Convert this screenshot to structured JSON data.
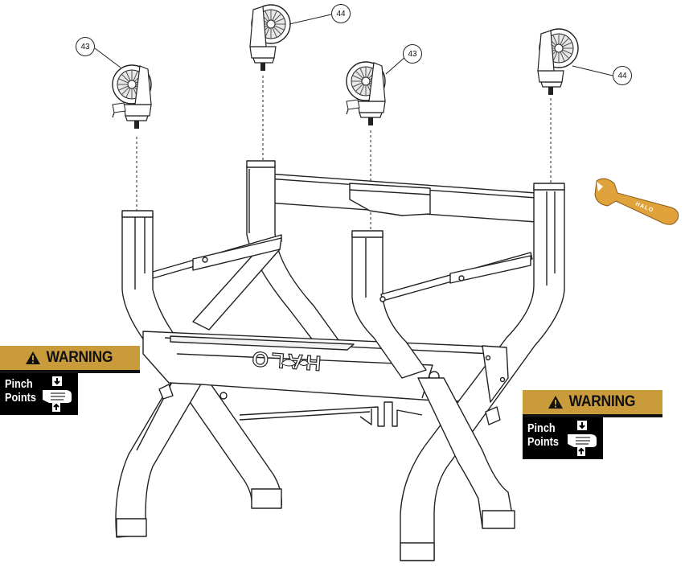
{
  "callouts": [
    {
      "number": "43"
    },
    {
      "number": "44"
    },
    {
      "number": "43"
    },
    {
      "number": "44"
    }
  ],
  "frame": {
    "logo_text": "HALO"
  },
  "wrench": {
    "logo_text": "HALO"
  },
  "warnings": [
    {
      "header": "WARNING",
      "line1": "Pinch",
      "line2": "Points"
    },
    {
      "header": "WARNING",
      "line1": "Pinch",
      "line2": "Points"
    }
  ],
  "colors": {
    "warning_header": "#c99b3a",
    "wrench": "#e0a23a",
    "ink": "#222222"
  },
  "icons": [
    "caster-wheel",
    "caution-triangle-icon",
    "pinch-hand-icon",
    "wrench-icon"
  ]
}
